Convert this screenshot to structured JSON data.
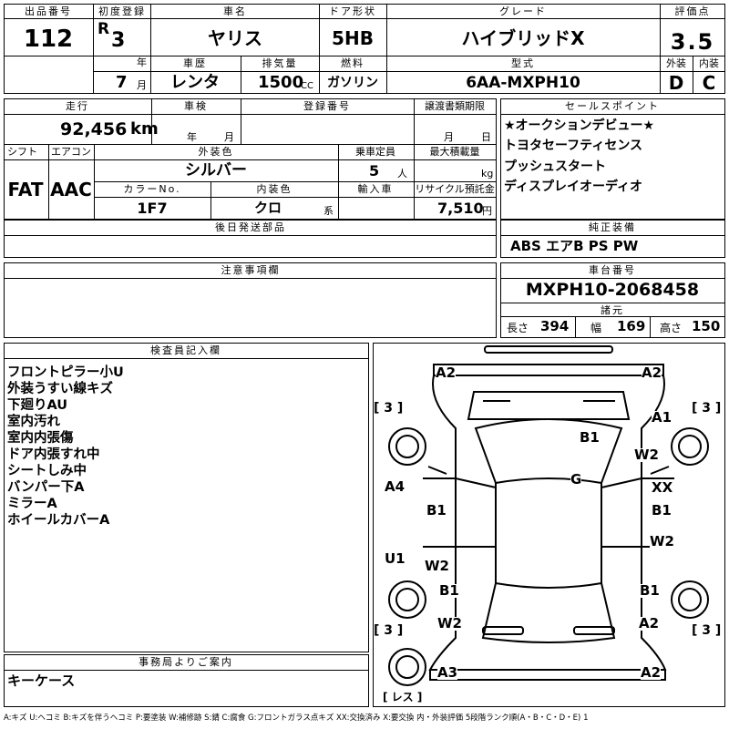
{
  "headers": {
    "lot_no": "出品番号",
    "first_reg": "初度登録",
    "car_name": "車名",
    "door": "ドア形状",
    "grade": "グレード",
    "score": "評価点",
    "history": "車歴",
    "displacement": "排気量",
    "fuel": "燃料",
    "model": "型式",
    "exterior": "外装",
    "interior": "内装",
    "mileage": "走行",
    "inspection": "車検",
    "reg_no": "登録番号",
    "transfer_deadline": "譲渡書類期限",
    "sales_points": "セールスポイント",
    "shift": "シフト",
    "aircon": "エアコン",
    "ext_color": "外装色",
    "capacity": "乗車定員",
    "max_load": "最大積載量",
    "color_no": "カラーNo.",
    "int_color": "内装色",
    "import": "輸入車",
    "recycle": "リサイクル預託金",
    "later_parts": "後日発送部品",
    "genuine": "純正装備",
    "notes": "注意事項欄",
    "chassis": "車台番号",
    "specs": "諸元",
    "inspector": "検査員記入欄",
    "office": "事務局よりご案内"
  },
  "vehicle": {
    "lot_no": "112",
    "era": "R",
    "year": "3",
    "year_unit": "年",
    "month": "7",
    "month_unit": "月",
    "car_name": "ヤリス",
    "door": "5HB",
    "grade": "ハイブリッドX",
    "score": "3.5",
    "history": "レンタ",
    "displacement": "1500",
    "cc_unit": "CC",
    "fuel": "ガソリン",
    "model": "6AA-MXPH10",
    "exterior": "D",
    "interior": "C",
    "mileage": "92,456",
    "km_unit": "km",
    "insp_year_unit": "年",
    "insp_month_unit": "月",
    "dl_month_unit": "月",
    "dl_day_unit": "日",
    "shift": "FAT",
    "aircon": "AAC",
    "ext_color": "シルバー",
    "capacity": "5",
    "capacity_unit": "人",
    "kg_unit": "kg",
    "color_no": "1F7",
    "int_color": "クロ",
    "int_color_suffix": "系",
    "recycle": "7,510",
    "yen_unit": "円",
    "chassis": "MXPH10-2068458",
    "length_label": "長さ",
    "length": "394",
    "width_label": "幅",
    "width": "169",
    "height_label": "高さ",
    "height": "150"
  },
  "sales_points": [
    "★オークションデビュー★",
    "トヨタセーフティセンス",
    "プッシュスタート",
    "ディスプレイオーディオ"
  ],
  "genuine_equipment": "ABS エアB PS PW",
  "inspector_notes": [
    "フロントピラー小U",
    "外装うすい線キズ",
    "下廻りAU",
    "室内汚れ",
    "室内内張傷",
    "ドア内張すれ中",
    "シートしみ中",
    "バンパー下A",
    "ミラーA",
    "ホイールカバーA"
  ],
  "office_note": "キーケース",
  "diagram": {
    "tire_labels": {
      "fl": "[ 3 ]",
      "fr": "[ 3 ]",
      "rl": "[ 3 ]",
      "rr": "[ 3 ]",
      "spare": "[ レス ]"
    },
    "marks": {
      "front_left": "A2",
      "front_right": "A2",
      "front_right_corner": "A1",
      "hood": "B1",
      "front_right_fender": "W2",
      "roof": "G",
      "left_side": "A4",
      "right_side": "XX",
      "left_front_door": "B1",
      "right_front_door": "B1",
      "left_lower": "U1",
      "right_lower": "W2",
      "left_rear_door": "W2",
      "left_rear_panel": "B1",
      "right_rear_panel": "B1",
      "left_rear_corner": "W2",
      "right_rear_corner": "A2",
      "rear_left": "A3",
      "rear_right": "A2"
    }
  },
  "legend": "A:キズ U:ヘコミ B:キズを伴うヘコミ P:要塗装 W:補修跡 S:錆 C:腐食 G:フロントガラス点キズ XX:交換済み X:要交換 内・外装評価 5段階ランク順(A・B・C・D・E) 1"
}
